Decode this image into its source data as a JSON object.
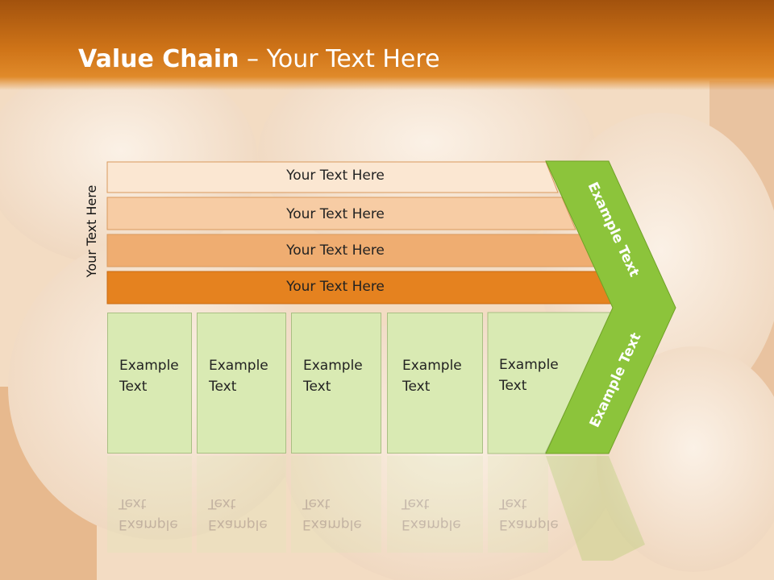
{
  "header": {
    "title_bold": "Value Chain",
    "title_rest": " – Your Text Here"
  },
  "side_label": "Your Text Here",
  "bars": [
    {
      "label": "Your Text Here",
      "color": "#fbe7d2"
    },
    {
      "label": "Your Text Here",
      "color": "#f7cca4"
    },
    {
      "label": "Your Text Here",
      "color": "#efad71"
    },
    {
      "label": "Your Text Here",
      "color": "#e5821f"
    }
  ],
  "boxes": [
    {
      "line1": "Example",
      "line2": "Text"
    },
    {
      "line1": "Example",
      "line2": "Text"
    },
    {
      "line1": "Example",
      "line2": "Text"
    },
    {
      "line1": "Example",
      "line2": "Text"
    },
    {
      "line1": "Example",
      "line2": "Text"
    }
  ],
  "arrow": {
    "upper_label": "Example Text",
    "lower_label": "Example Text",
    "color": "#8cc43b"
  },
  "colors": {
    "header": "#cf7418",
    "box_fill": "#d9eab3",
    "box_border": "#a9bf83"
  }
}
